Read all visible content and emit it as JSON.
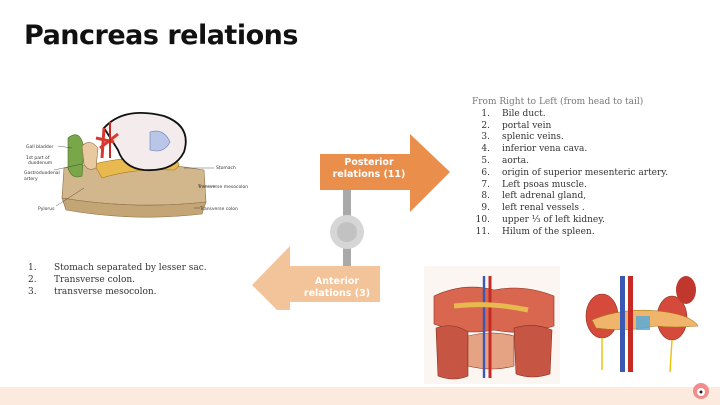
{
  "title": "Pancreas relations",
  "posterior": {
    "label_line1": "Posterior",
    "label_line2": "relations (11)",
    "heading": "From Right to Left (from head to tail)",
    "items": [
      {
        "num": "1.",
        "text": "Bile duct."
      },
      {
        "num": "2.",
        "text": "portal vein"
      },
      {
        "num": "3.",
        "text": "splenic veins."
      },
      {
        "num": "4.",
        "text": "inferior vena cava."
      },
      {
        "num": "5.",
        "text": "aorta."
      },
      {
        "num": "6.",
        "text": "origin of superior mesenteric artery."
      },
      {
        "num": "7.",
        "text": "Left psoas muscle."
      },
      {
        "num": "8.",
        "text": "left adrenal gland,"
      },
      {
        "num": "9.",
        "text": "left renal vessels ."
      },
      {
        "num": "10.",
        "text": "upper ⅓ of left kidney."
      },
      {
        "num": "11.",
        "text": "Hilum of the spleen."
      }
    ]
  },
  "anterior": {
    "label_line1": "Anterior",
    "label_line2": "relations (3)",
    "items": [
      {
        "num": "1.",
        "text": "Stomach separated by lesser sac."
      },
      {
        "num": "2.",
        "text": "Transverse colon."
      },
      {
        "num": "3.",
        "text": "transverse mesocolon."
      }
    ]
  },
  "figure_labels": {
    "gall_bladder": "Gall bladder",
    "duodenum_line1": "1st part of",
    "duodenum_line2": "duodenum",
    "gastroduodenal_line1": "Gastroduodenal",
    "gastroduodenal_line2": "artery",
    "pylorus": "Pylorus",
    "stomach": "Stomach",
    "transverse_mesocolon": "Transverse mesocolon",
    "transverse_colon": "Transverse colon"
  },
  "colors": {
    "arrow_orange": "#e98e4b",
    "arrow_peach": "#f3c39a",
    "connector_grey": "#a9a9a9",
    "band": "#fbeadd"
  }
}
